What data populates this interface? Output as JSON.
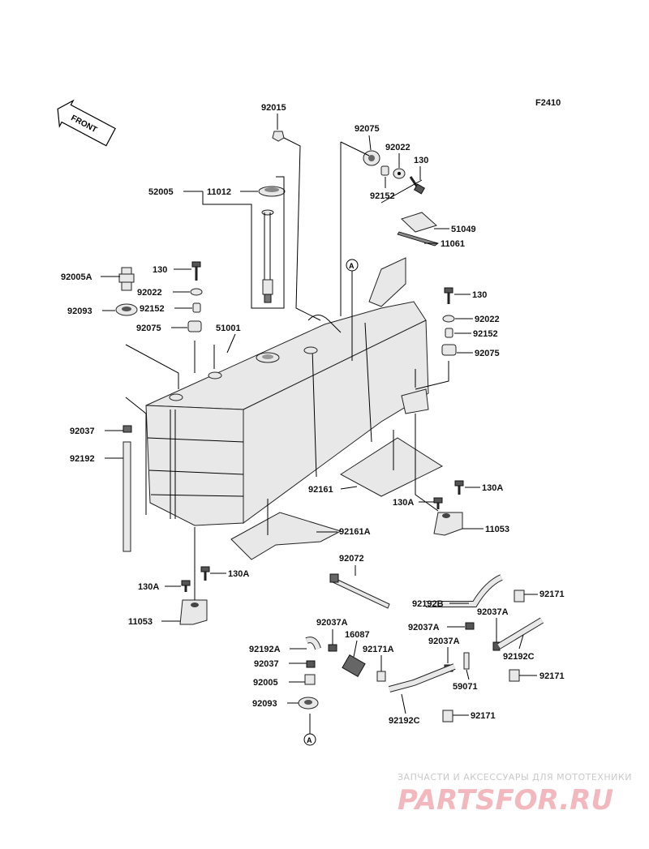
{
  "diagram": {
    "code": "F2410",
    "front_label": "FRONT",
    "callout_A": "A",
    "callouts": [
      {
        "id": "92015",
        "text": "92015"
      },
      {
        "id": "92075-top",
        "text": "92075"
      },
      {
        "id": "92022-top",
        "text": "92022"
      },
      {
        "id": "130-top",
        "text": "130"
      },
      {
        "id": "92152-top",
        "text": "92152"
      },
      {
        "id": "52005",
        "text": "52005"
      },
      {
        "id": "11012",
        "text": "11012"
      },
      {
        "id": "51049",
        "text": "51049"
      },
      {
        "id": "11061",
        "text": "11061"
      },
      {
        "id": "130-left",
        "text": "130"
      },
      {
        "id": "92005A",
        "text": "92005A"
      },
      {
        "id": "92022-left",
        "text": "92022"
      },
      {
        "id": "92093-left",
        "text": "92093"
      },
      {
        "id": "92152-left",
        "text": "92152"
      },
      {
        "id": "92075-left",
        "text": "92075"
      },
      {
        "id": "51001",
        "text": "51001"
      },
      {
        "id": "130-right",
        "text": "130"
      },
      {
        "id": "92022-right",
        "text": "92022"
      },
      {
        "id": "92152-right",
        "text": "92152"
      },
      {
        "id": "92075-right",
        "text": "92075"
      },
      {
        "id": "92037-left",
        "text": "92037"
      },
      {
        "id": "92192",
        "text": "92192"
      },
      {
        "id": "92161",
        "text": "92161"
      },
      {
        "id": "130A-right",
        "text": "130A"
      },
      {
        "id": "130A-mid",
        "text": "130A"
      },
      {
        "id": "11053-right",
        "text": "11053"
      },
      {
        "id": "92161A",
        "text": "92161A"
      },
      {
        "id": "92072",
        "text": "92072"
      },
      {
        "id": "130A-lower-left",
        "text": "130A"
      },
      {
        "id": "130A-lower",
        "text": "130A"
      },
      {
        "id": "11053-left",
        "text": "11053"
      },
      {
        "id": "92192B",
        "text": "92192B"
      },
      {
        "id": "92171-1",
        "text": "92171"
      },
      {
        "id": "92037A-1",
        "text": "92037A"
      },
      {
        "id": "92037A-2",
        "text": "92037A"
      },
      {
        "id": "92037A-3",
        "text": "92037A"
      },
      {
        "id": "16087",
        "text": "16087"
      },
      {
        "id": "92037A-4",
        "text": "92037A"
      },
      {
        "id": "92192A",
        "text": "92192A"
      },
      {
        "id": "92171A",
        "text": "92171A"
      },
      {
        "id": "92192C-right",
        "text": "92192C"
      },
      {
        "id": "92037",
        "text": "92037"
      },
      {
        "id": "92171-2",
        "text": "92171"
      },
      {
        "id": "59071",
        "text": "59071"
      },
      {
        "id": "92005",
        "text": "92005"
      },
      {
        "id": "92093",
        "text": "92093"
      },
      {
        "id": "92192C-bottom",
        "text": "92192C"
      },
      {
        "id": "92171-3",
        "text": "92171"
      }
    ]
  },
  "watermark": {
    "tagline": "ЗАПЧАСТИ И АКСЕССУАРЫ ДЛЯ МОТОТЕХНИКИ",
    "brand": "PARTSFOR.RU",
    "color": "#f2b8bd"
  }
}
